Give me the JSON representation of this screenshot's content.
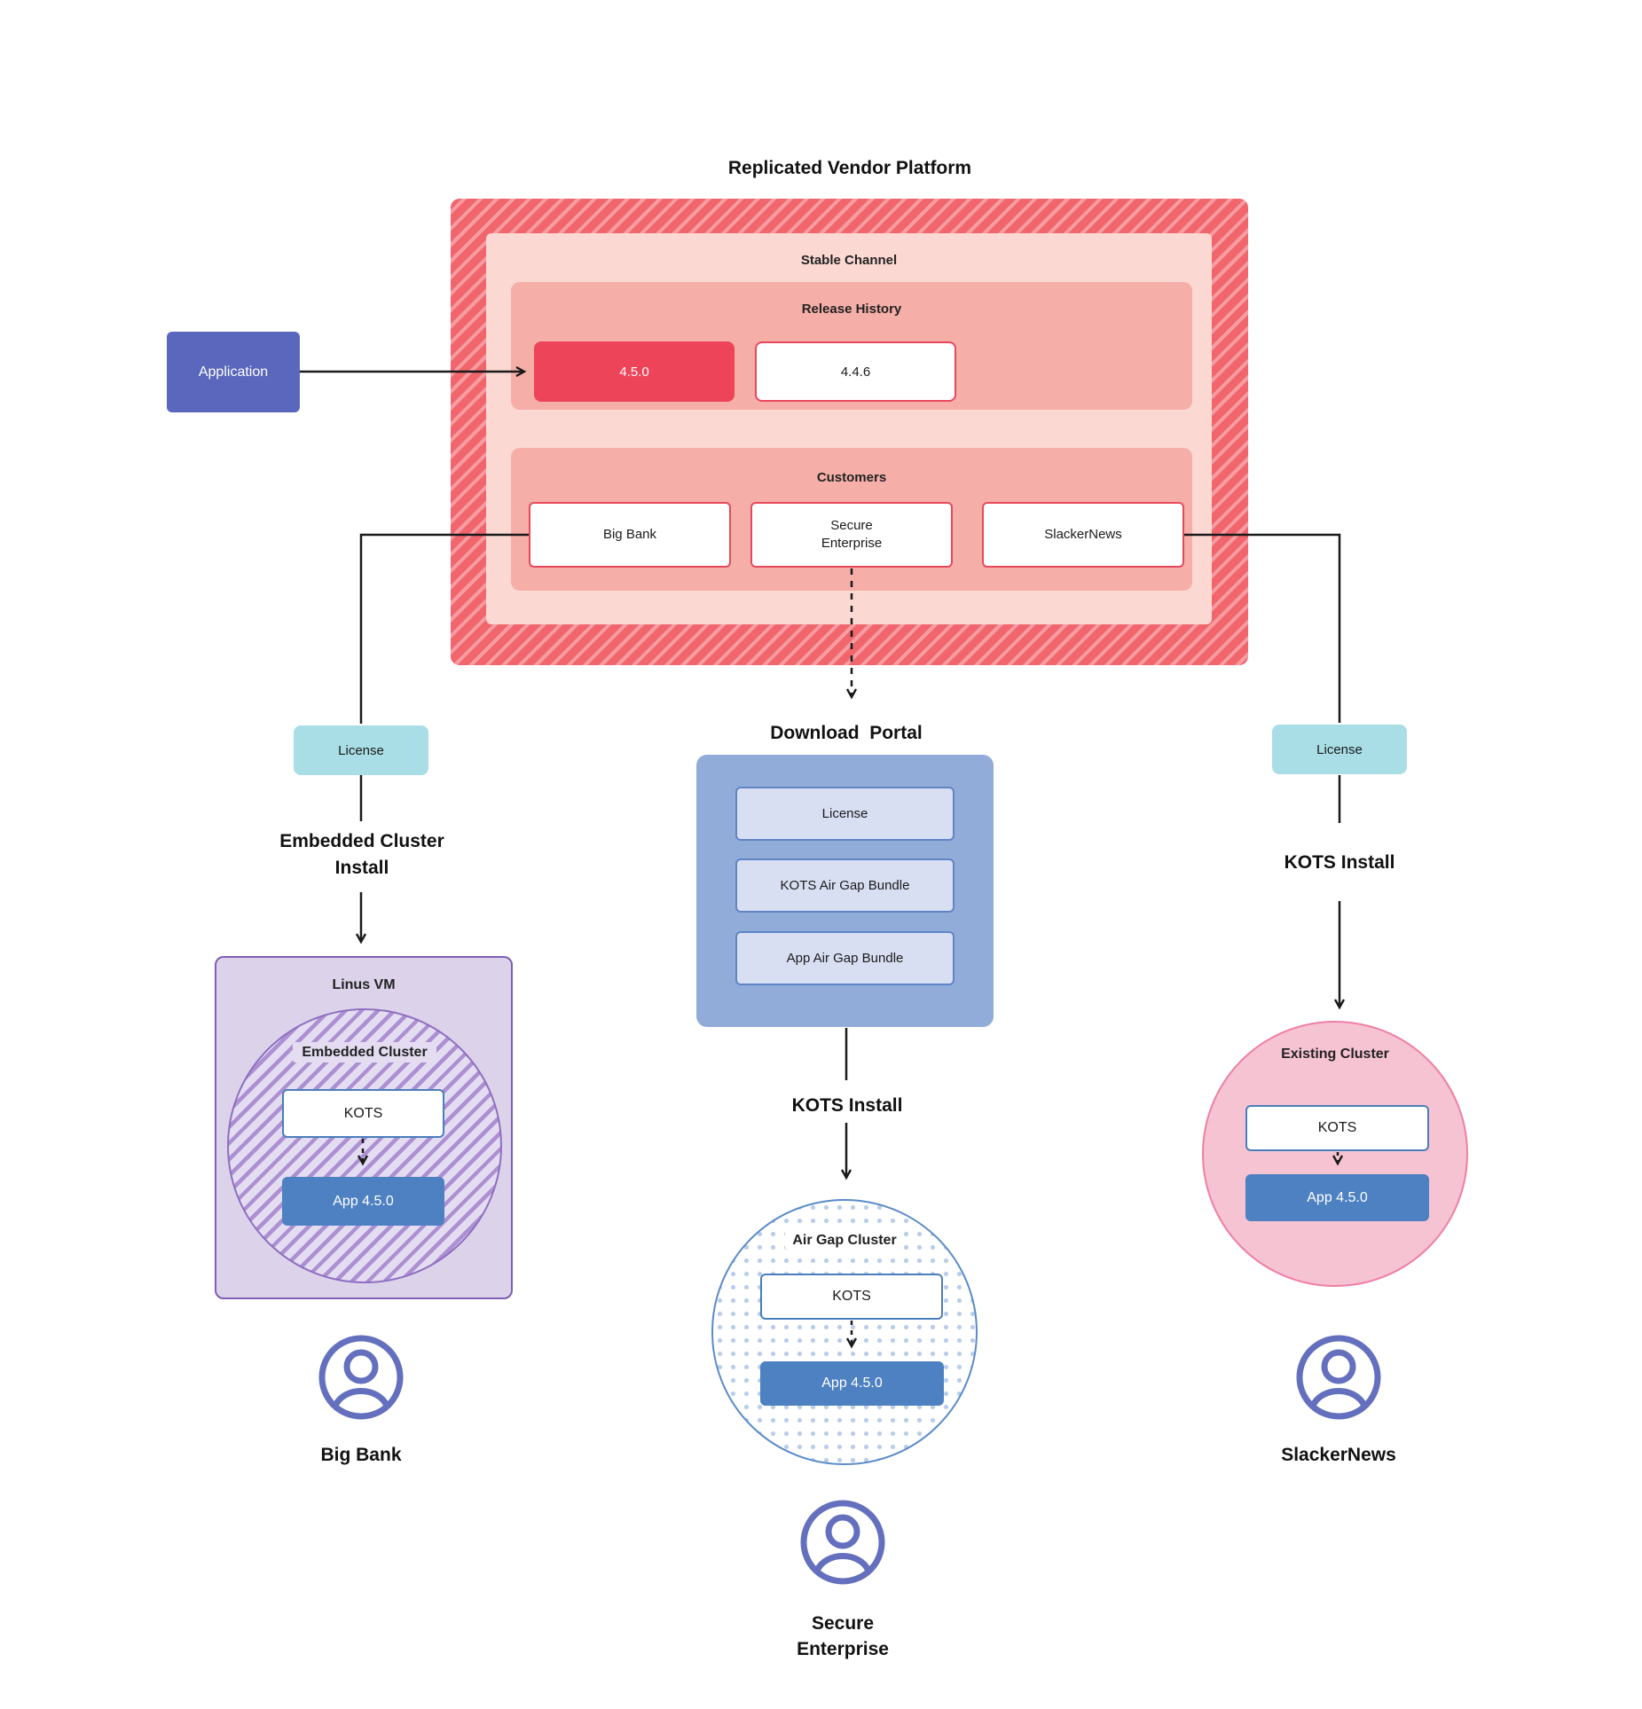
{
  "title": "Replicated Vendor Platform",
  "application": {
    "label": "Application"
  },
  "platform": {
    "stable_channel_label": "Stable Channel",
    "release_history": {
      "label": "Release History",
      "releases": [
        {
          "version": "4.5.0"
        },
        {
          "version": "4.4.6"
        }
      ]
    },
    "customers": {
      "label": "Customers",
      "items": [
        "Big Bank",
        "Secure Enterprise",
        "SlackerNews"
      ]
    }
  },
  "left_flow": {
    "license_label": "License",
    "install_label": "Embedded Cluster Install",
    "vm_label": "Linus VM",
    "cluster_label": "Embedded Cluster",
    "kots_label": "KOTS",
    "app_label": "App 4.5.0",
    "person_label": "Big Bank"
  },
  "center_flow": {
    "portal_title": "Download  Portal",
    "portal_items": [
      "License",
      "KOTS Air Gap Bundle",
      "App Air Gap Bundle"
    ],
    "install_label": "KOTS Install",
    "cluster_label": "Air Gap Cluster",
    "kots_label": "KOTS",
    "app_label": "App 4.5.0",
    "person_label": "Secure Enterprise"
  },
  "right_flow": {
    "license_label": "License",
    "install_label": "KOTS Install",
    "cluster_label": "Existing Cluster",
    "kots_label": "KOTS",
    "app_label": "App 4.5.0",
    "person_label": "SlackerNews"
  },
  "colors": {
    "highlight_release": "#EE4459",
    "platform_stripe_dark": "#F1656D",
    "platform_stripe_light": "#F79CA1",
    "section_pink": "#F6AEA8",
    "stable_pink": "#FBD8D2",
    "app_node_blue": "#4E81C1",
    "application_purple": "#5A67BC",
    "license_cyan": "#A9DEE6",
    "portal_blue": "#92ACDA",
    "portal_item_fill": "#D9DFF3",
    "person_purple": "#6470BE",
    "linus_vm_fill": "#DCD3EA",
    "existing_cluster_fill": "#F6C3D3"
  }
}
